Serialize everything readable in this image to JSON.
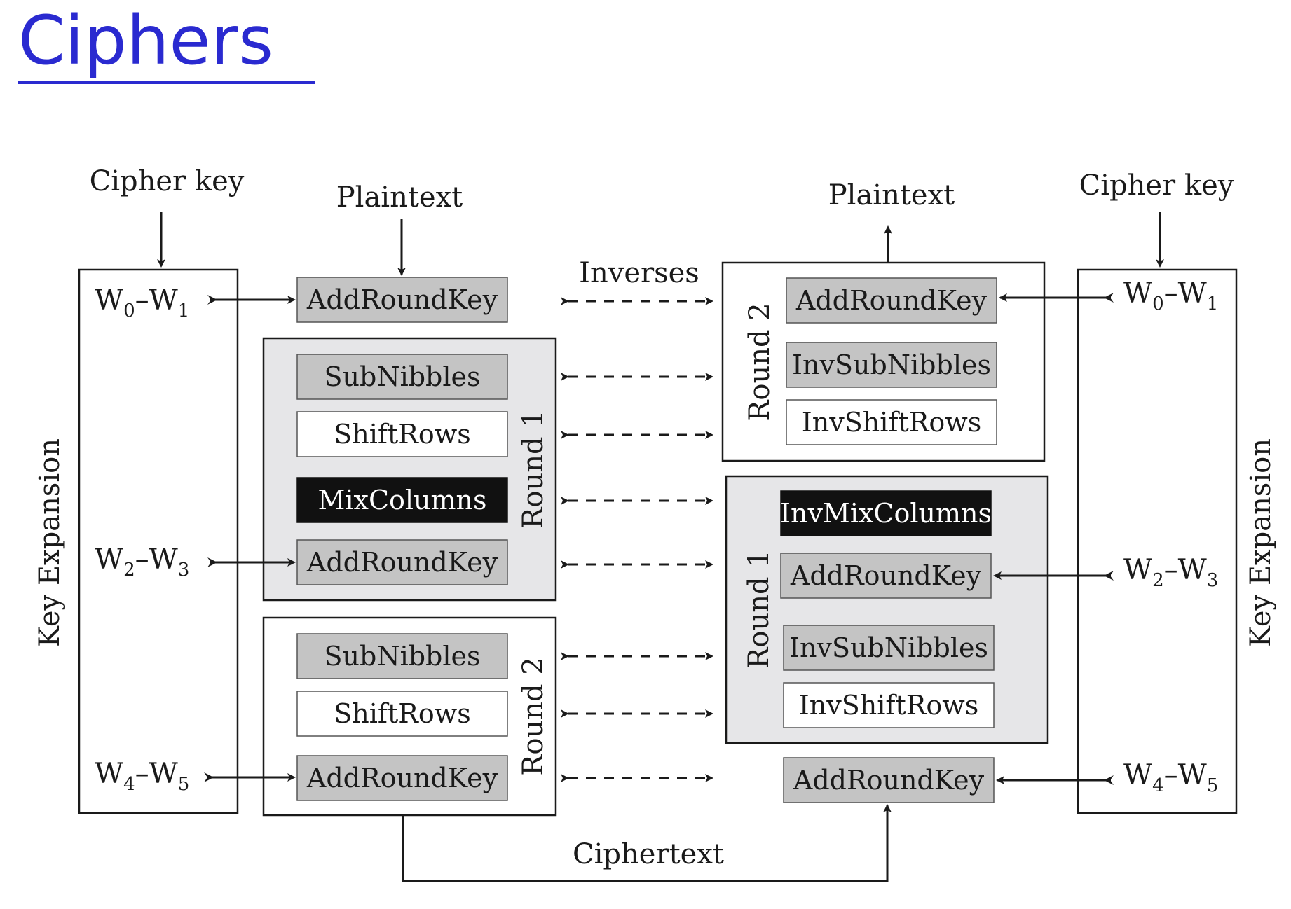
{
  "title": "Ciphers",
  "labels": {
    "cipher_key": "Cipher key",
    "plaintext": "Plaintext",
    "inverses": "Inverses",
    "ciphertext": "Ciphertext",
    "key_expansion": "Key Expansion",
    "round_1": "Round 1",
    "round_2": "Round 2"
  },
  "keys": [
    {
      "a": "W",
      "a_sub": "0",
      "b": "W",
      "b_sub": "1"
    },
    {
      "a": "W",
      "a_sub": "2",
      "b": "W",
      "b_sub": "3"
    },
    {
      "a": "W",
      "a_sub": "4",
      "b": "W",
      "b_sub": "5"
    }
  ],
  "encrypt": {
    "pre": "AddRoundKey",
    "round1": [
      "SubNibbles",
      "ShiftRows",
      "MixColumns",
      "AddRoundKey"
    ],
    "round2": [
      "SubNibbles",
      "ShiftRows",
      "AddRoundKey"
    ]
  },
  "decrypt": {
    "round2": [
      "AddRoundKey",
      "InvSubNibbles",
      "InvShiftRows"
    ],
    "round1": [
      "InvMixColumns",
      "AddRoundKey",
      "InvSubNibbles",
      "InvShiftRows"
    ],
    "post": "AddRoundKey"
  },
  "colors": {
    "title": "#2a2ad0",
    "gray_box": "#c4c4c4",
    "round_panel": "#e6e6e8",
    "black_box": "#111111",
    "line": "#1a1a1a"
  }
}
